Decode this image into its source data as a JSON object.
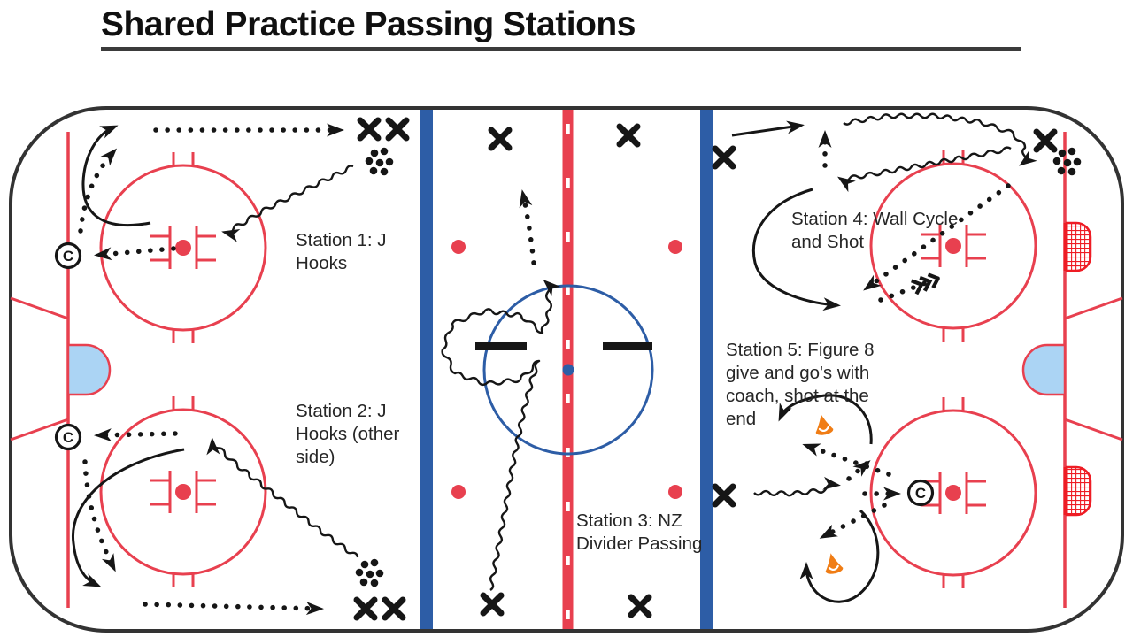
{
  "title": "Shared Practice Passing Stations",
  "coach_label": "C",
  "stations": [
    {
      "id": 1,
      "label": "Station 1: J\nHooks"
    },
    {
      "id": 2,
      "label": "Station 2: J\nHooks (other\nside)"
    },
    {
      "id": 3,
      "label": "Station 3: NZ\nDivider Passing"
    },
    {
      "id": 4,
      "label": "Station 4: Wall Cycle\nand Shot"
    },
    {
      "id": 5,
      "label": "Station 5: Figure 8\ngive and go's with\ncoach, shot at the\nend"
    }
  ],
  "symbols": {
    "player": "x-marker",
    "coach": "circled-C",
    "puck_pile": "dot-cluster",
    "cone": "orange-cone",
    "pass": "dotted-arrow",
    "puck_carry": "squiggle-arrow",
    "skate": "solid-arrow",
    "shot": "triple-chevron-arrow"
  },
  "colors": {
    "rink_red": "#e8404f",
    "goal_red": "#ee1c24",
    "rink_blue": "#2d5da6",
    "crease_blue": "#abd4f4",
    "cone_orange": "#f07d15",
    "ink": "#161616",
    "boards": "#333333",
    "underline": "#3b3b3b",
    "label": "#262626"
  }
}
